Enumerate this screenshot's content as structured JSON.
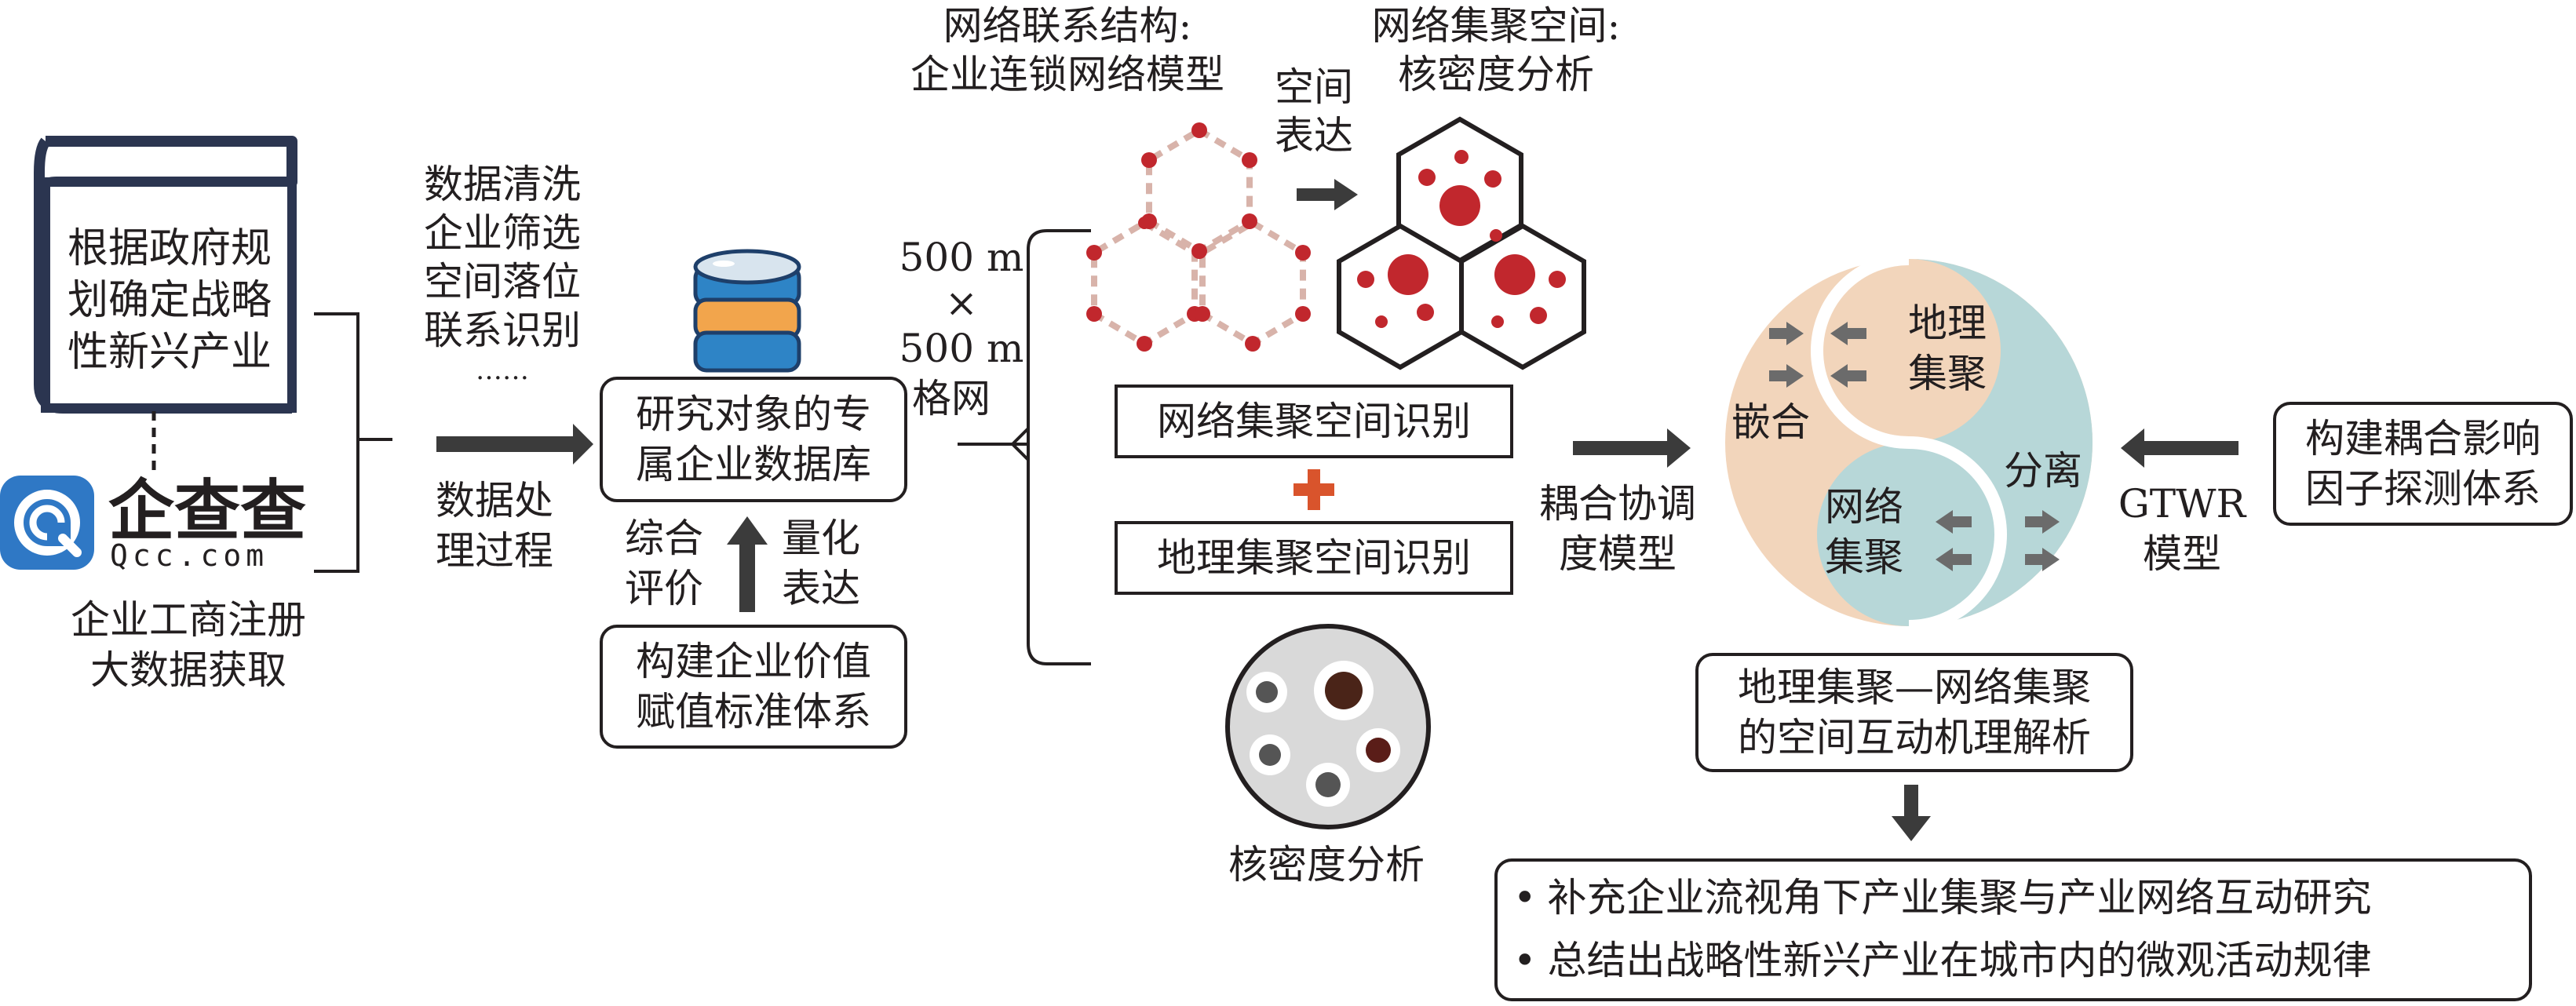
{
  "book_text": [
    "根据政府规",
    "划确定战略",
    "性新兴产业"
  ],
  "logo": {
    "brand": "企查查",
    "domain": "Qcc.com"
  },
  "acquire_label": [
    "企业工商注册",
    "大数据获取"
  ],
  "cleaning_steps": [
    "数据清洗",
    "企业筛选",
    "空间落位",
    "联系识别",
    "……"
  ],
  "processing_label": [
    "数据处",
    "理过程"
  ],
  "database_box": [
    "研究对象的专",
    "属企业数据库"
  ],
  "evaluate_label": [
    "综合",
    "评价"
  ],
  "quantify_label": [
    "量化",
    "表达"
  ],
  "value_box": [
    "构建企业价值",
    "赋值标准体系"
  ],
  "grid_label": {
    "top": "500 m",
    "times": "×",
    "bottom": "500 m",
    "unit": "格网"
  },
  "network_heading": [
    "网络联系结构:",
    "企业连锁网络模型"
  ],
  "spatial_heading": [
    "空间",
    "表达"
  ],
  "cluster_heading": [
    "网络集聚空间:",
    "核密度分析"
  ],
  "network_id_box": "网络集聚空间识别",
  "plus_sign": "+",
  "geo_id_box": "地理集聚空间识别",
  "kde_label": "核密度分析",
  "coupling_label": [
    "耦合协调",
    "度模型"
  ],
  "taiji": {
    "embed": "嵌合",
    "geo_cluster": [
      "地理",
      "集聚"
    ],
    "separate": "分离",
    "net_cluster": [
      "网络",
      "集聚"
    ]
  },
  "gtwr_label": [
    "GTWR",
    "模型"
  ],
  "factor_box": [
    "构建耦合影响",
    "因子探测体系"
  ],
  "mechanism_box": [
    "地理集聚—网络集聚",
    "的空间互动机理解析"
  ],
  "conclusions": [
    "补充企业流视角下产业集聚与产业网络互动研究",
    "总结出战略性新兴产业在城市内的微观活动规律"
  ],
  "colors": {
    "ink": "#231f20",
    "book_navy": "#2b3550",
    "db_blue": "#2e84c6",
    "db_orange": "#f2a54c",
    "node_red": "#c1272d",
    "edge_pink": "#d8b3aa",
    "taiji_peach": "#f2d5bb",
    "taiji_teal": "#b7d7d8",
    "plus_orange": "#d9542c",
    "arrow_gray": "#5a5a5a",
    "qcc_blue": "#2f78c5"
  }
}
